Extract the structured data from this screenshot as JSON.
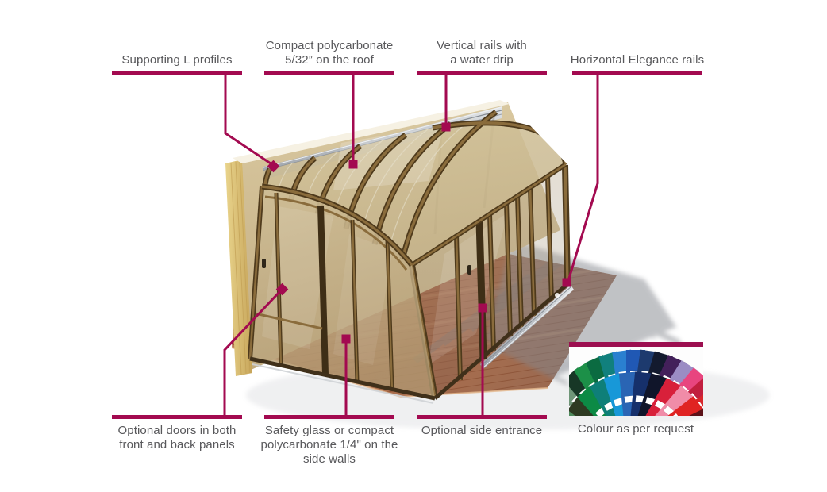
{
  "figure": {
    "type": "product-feature-diagram",
    "subject": "wall-attached retractable patio enclosure on wooden deck",
    "accent_color": "#a30a50",
    "text_color": "#58585b",
    "callouts": {
      "supporting_l_profiles": "Supporting L profiles",
      "roof_polycarbonate": "Compact polycarbonate\n5/32” on the roof",
      "vertical_rails": "Vertical rails with\na water drip",
      "horizontal_rails": "Horizontal Elegance rails",
      "optional_doors": "Optional doors in both\nfront and back panels",
      "side_glazing": "Safety glass or compact\npolycarbonate 1/4\" on the\nside walls",
      "side_entrance": "Optional side entrance",
      "colour_caption": "Colour as per request"
    },
    "colour_fan": {
      "top_strip": "#9c0f50",
      "label_chip": "#ffffff",
      "back_swatches": [
        "#9ab69c",
        "#24402d",
        "#6f9678",
        "#173726",
        "#1c9048",
        "#0b6b41",
        "#11807d",
        "#2a80d0",
        "#2058b4",
        "#1d3a6e",
        "#131a2e",
        "#43205a",
        "#9b8cc4",
        "#e8457f",
        "#c21f3f",
        "#d8262b",
        "#6b1020"
      ],
      "front_swatches": [
        "#4f8a5c",
        "#2e3a22",
        "#0c8a45",
        "#0e7f78",
        "#1898d8",
        "#2a65b4",
        "#16306b",
        "#10152a",
        "#d8203a",
        "#f08ca8",
        "#e02322",
        "#5c1118"
      ]
    },
    "illustration_colors": {
      "wall_beige": "#d3c097",
      "wall_cut_edge": "#e0c87c",
      "frame_bronze": "#7a5e33",
      "frame_dark": "#4e3a1c",
      "glass_tint": "#c7b48c",
      "deck_wood": "#b0704c",
      "deck_shadowed": "#8e4e33",
      "aluminium_track": "#c9cdd1",
      "cast_shadow": "#83868d"
    }
  }
}
